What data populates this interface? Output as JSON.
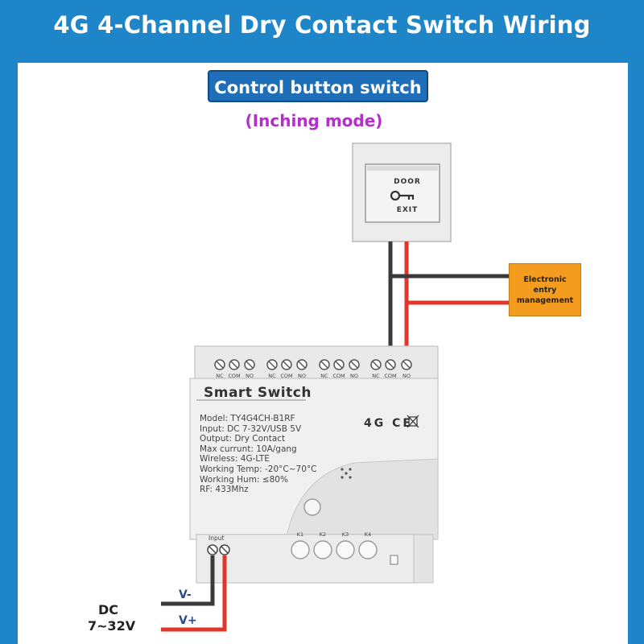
{
  "title": "4G 4-Channel Dry Contact Switch Wiring Example",
  "control_label": "Control button switch",
  "mode_label": "(Inching mode)",
  "door_button": {
    "top_text": "DOOR",
    "bottom_text": "EXIT"
  },
  "entry_box": "Electronic entry management",
  "device": {
    "name": "Smart  Switch",
    "specs": [
      "Model:  TY4G4CH-B1RF",
      "Input:  DC 7-32V/USB 5V",
      "Output:  Dry Contact",
      "Max currunt:  10A/gang",
      "Wireless:  4G-LTE",
      "Working Temp:  -20°C~70°C",
      "Working Hum:  ≤80%",
      "RF:  433Mhz"
    ],
    "marks": "4G CE",
    "terminal_labels": [
      "NC",
      "COM",
      "NO",
      "NC",
      "COM",
      "NO",
      "NC",
      "COM",
      "NO",
      "NC",
      "COM",
      "NO"
    ],
    "buttons": [
      "K1",
      "K2",
      "K3",
      "K4"
    ],
    "input_label": "Input"
  },
  "power": {
    "dc": "DC",
    "range": "7~32V",
    "v_minus": "V-",
    "v_plus": "V+"
  },
  "colors": {
    "header": "#1e86c8",
    "label_box": "#1e6fb8",
    "mode_text": "#b030c8",
    "entry_box": "#f39c1e",
    "wire_red": "#e0362c",
    "wire_black": "#3a3a3a"
  }
}
